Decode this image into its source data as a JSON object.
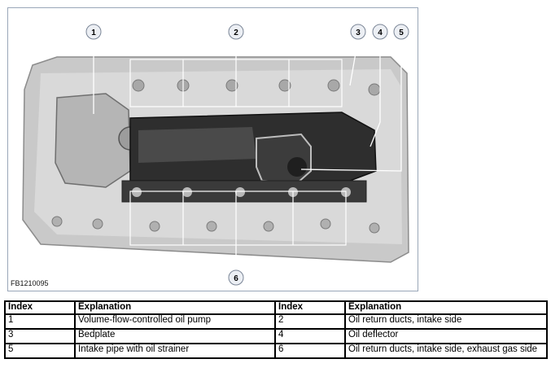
{
  "figure": {
    "code": "FB1210095",
    "callouts": [
      "1",
      "2",
      "3",
      "4",
      "5",
      "6"
    ]
  },
  "table": {
    "headers": [
      "Index",
      "Explanation",
      "Index",
      "Explanation"
    ],
    "rows": [
      [
        "1",
        "Volume-flow-controlled oil pump",
        "2",
        "Oil return ducts, intake side"
      ],
      [
        "3",
        "Bedplate",
        "4",
        "Oil deflector"
      ],
      [
        "5",
        "Intake pipe with oil strainer",
        "6",
        "Oil return ducts, intake side, exhaust gas side"
      ]
    ]
  }
}
